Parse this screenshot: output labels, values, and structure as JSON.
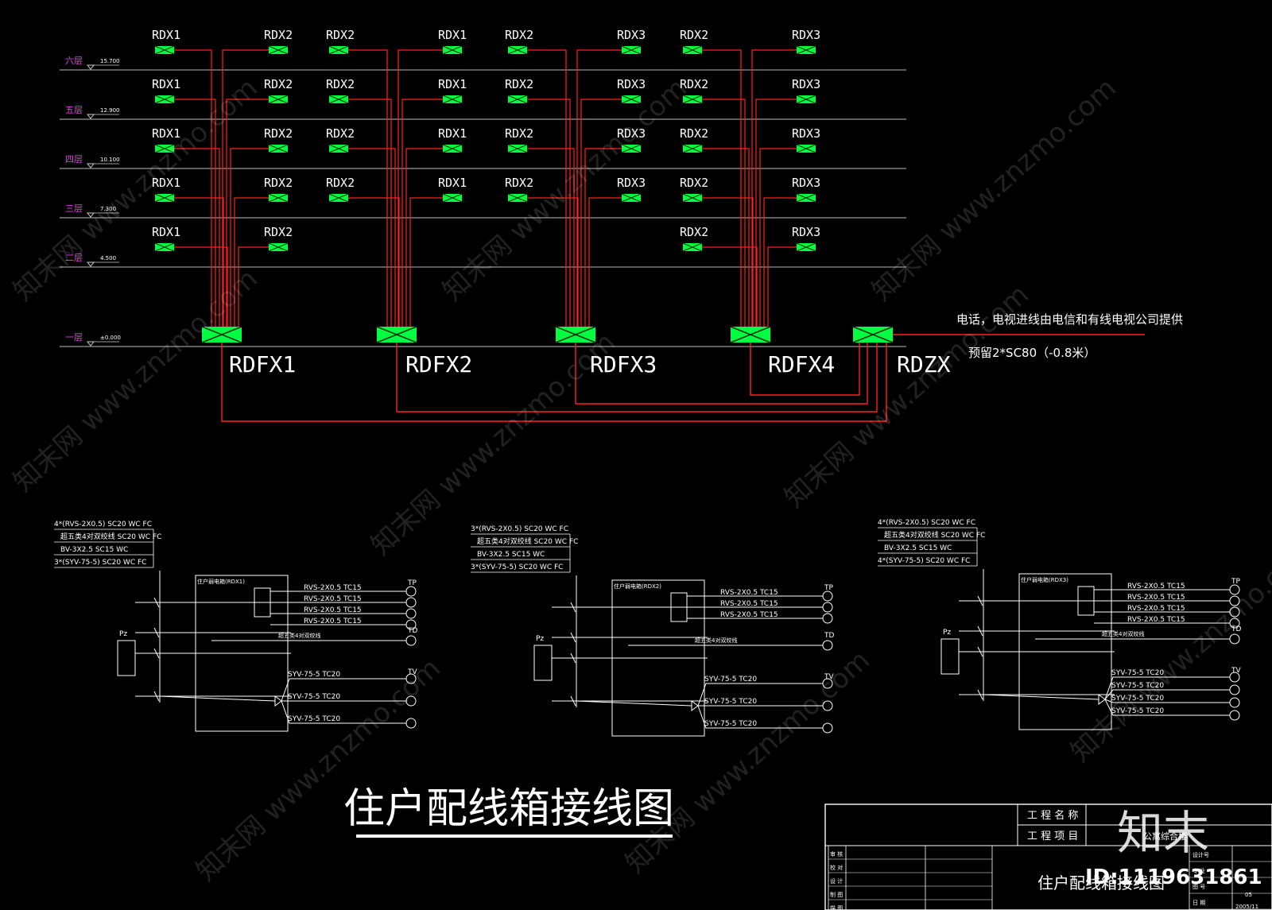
{
  "floors": [
    {
      "name": "六层",
      "elev": "15.700"
    },
    {
      "name": "五层",
      "elev": "12.900"
    },
    {
      "name": "四层",
      "elev": "10.100"
    },
    {
      "name": "三层",
      "elev": "7.300"
    },
    {
      "name": "二层",
      "elev": "4.500"
    },
    {
      "name": "一层",
      "elev": "±0.000"
    }
  ],
  "riser_columns": [
    {
      "left": "RDX1",
      "right": "RDX2",
      "rows": 5
    },
    {
      "left": "RDX2",
      "right": "RDX1",
      "rows": 4
    },
    {
      "left": "RDX2",
      "right": "RDX3",
      "rows": 4
    },
    {
      "left": "RDX2",
      "right": "RDX3",
      "rows": 5
    }
  ],
  "distribution_boxes": [
    "RDFX1",
    "RDFX2",
    "RDFX3",
    "RDFX4",
    "RDZX"
  ],
  "incoming_note": "电话，电视进线由电信和有线电视公司提供",
  "conduit_note": "预留2*SC80（-0.8米）",
  "detail_panels": [
    {
      "id": "RDX1",
      "box_label": "住户弱电箱(RDX1)",
      "feeders": [
        "4*(RVS-2X0.5) SC20 WC FC",
        "超五类4对双绞线 SC20 WC FC",
        "BV-3X2.5 SC15 WC",
        "3*(SYV-75-5) SC20 WC FC"
      ],
      "tp_lines": [
        "RVS-2X0.5 TC15",
        "RVS-2X0.5 TC15",
        "RVS-2X0.5 TC15",
        "RVS-2X0.5 TC15"
      ],
      "tv_lines": [
        "SYV-75-5 TC20",
        "SYV-75-5 TC20",
        "SYV-75-5 TC20"
      ]
    },
    {
      "id": "RDX2",
      "box_label": "住户弱电箱(RDX2)",
      "feeders": [
        "3*(RVS-2X0.5) SC20 WC FC",
        "超五类4对双绞线 SC20 WC FC",
        "BV-3X2.5 SC15 WC",
        "3*(SYV-75-5) SC20 WC FC"
      ],
      "tp_lines": [
        "RVS-2X0.5 TC15",
        "RVS-2X0.5 TC15",
        "RVS-2X0.5 TC15"
      ],
      "tv_lines": [
        "SYV-75-5 TC20",
        "SYV-75-5 TC20",
        "SYV-75-5 TC20"
      ]
    },
    {
      "id": "RDX3",
      "box_label": "住户弱电箱(RDX3)",
      "feeders": [
        "4*(RVS-2X0.5) SC20 WC FC",
        "超五类4对双绞线 SC20 WC FC",
        "BV-3X2.5 SC15 WC",
        "4*(SYV-75-5) SC20 WC FC"
      ],
      "tp_lines": [
        "RVS-2X0.5 TC15",
        "RVS-2X0.5 TC15",
        "RVS-2X0.5 TC15",
        "RVS-2X0.5 TC15"
      ],
      "tv_lines": [
        "SYV-75-5 TC20",
        "SYV-75-5 TC20",
        "SYV-75-5 TC20",
        "SYV-75-5 TC20"
      ]
    }
  ],
  "outlet_labels": {
    "tp": "TP",
    "td": "TD",
    "tv": "TV",
    "pz": "Pz"
  },
  "drawing_title": "住户配线箱接线图",
  "title_block": {
    "project_name_label": "工 程 名 称",
    "project_item_label": "工 程 项 目",
    "project_item_value": "公寓综合楼",
    "rows": [
      "审 核",
      "校 对",
      "设 计",
      "制 图",
      "描 图"
    ],
    "right_labels": [
      "设计号",
      "专 业",
      "图 号",
      "日 期"
    ],
    "drawing_name": "住户配线箱接线图",
    "sheet_no": "05",
    "date": "2005/11"
  },
  "watermark": {
    "brand": "知末",
    "id": "ID:1119631861",
    "site": "知末网 www.znzmo.com"
  }
}
